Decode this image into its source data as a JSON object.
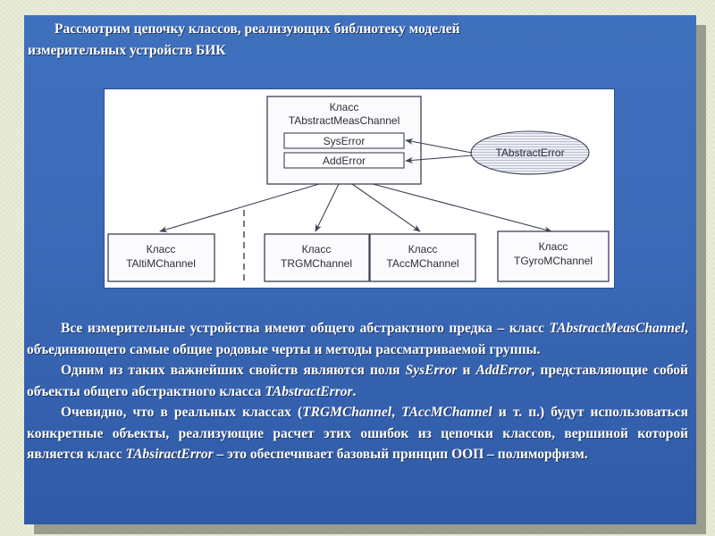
{
  "intro": {
    "line1": "Рассмотрим цепочку классов, реализующих библиотеку моделей",
    "line2": "измерительных устройств БИК"
  },
  "diagram": {
    "base": {
      "label1": "Класс",
      "label2": "TAbstractMeasChannel",
      "field1": "SysError",
      "field2": "AddError"
    },
    "error_class": "TAbstractError",
    "children": [
      {
        "label1": "Класс",
        "label2": "TAltiMChannel"
      },
      {
        "label1": "Класс",
        "label2": "TRGMChannel"
      },
      {
        "label1": "Класс",
        "label2": "TAccMChannel"
      },
      {
        "label1": "Класс",
        "label2": "TGyroMChannel"
      }
    ]
  },
  "paragraphs": {
    "p1": {
      "a": "Все измерительные устройства имеют общего абстрактного предка – класс ",
      "b": "TAbstractMeasChannel",
      "c": ", объединяющего самые общие родовые черты и методы рассматриваемой группы."
    },
    "p2": {
      "a": "Одним из таких важнейших свойств являются поля ",
      "b": "SysError",
      "c": " и ",
      "d": "AddError",
      "e": ", представляющие собой объекты общего абстрактного класса ",
      "f": "TAbstractError",
      "g": "."
    },
    "p3": {
      "a": "Очевидно, что в реальных классах (",
      "b": "TRGMChannel",
      "c": ", ",
      "d": "TAccMChannel",
      "e": " и т. п.) будут использоваться конкретные объекты, реализующие расчет этих ошибок из цепочки классов, вершиной которой является класс ",
      "f": "TAbsiractError",
      "g": " – это обеспечивает базовый принцип ООП – полиморфизм."
    }
  }
}
